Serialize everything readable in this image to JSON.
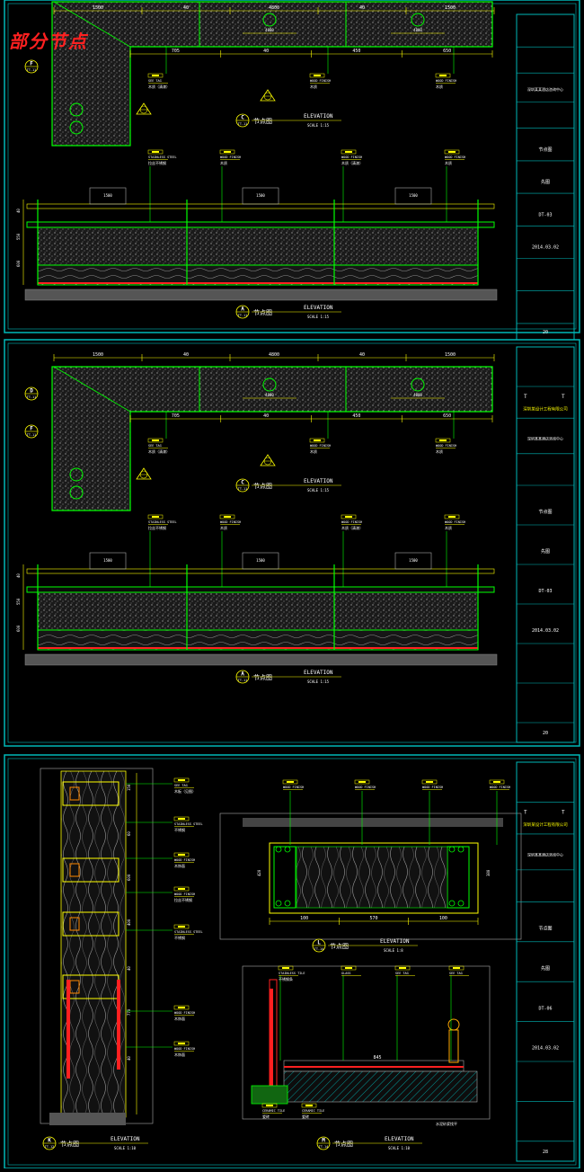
{
  "corner_label": "部分节点",
  "colors": {
    "frame": "#00b8b8",
    "dim": "#ffff00",
    "panel": "#00ff00",
    "leader": "#00ff00",
    "hatch": "#808080",
    "text": "#ffffff",
    "red": "#ff2020"
  },
  "sheets": [
    {
      "dims_top": [
        "1500",
        "40",
        "4800",
        "40",
        "1500"
      ],
      "dims_mid": [
        "705",
        "40",
        "450",
        "650"
      ],
      "bubble_small": "F",
      "elev_c": {
        "letter": "C",
        "code": "TT-11",
        "cn": "节点图",
        "title": "ELEVATION",
        "scale": "SCALE 1:15"
      },
      "elev_a": {
        "letter": "A",
        "code": "TT-11",
        "cn": "节点图",
        "title": "ELEVATION",
        "scale": "SCALE 1:15"
      },
      "tags_top": [
        "SEE TAG",
        "WOOD FINISH",
        "WOOD FINISH"
      ],
      "tags_top_cn": [
        "木质（清漆）",
        "木质",
        "木质"
      ],
      "tags_mid": [
        "STAINLESS STEEL",
        "WOOD FINISH",
        "WOOD FINISH",
        "WOOD FINISH"
      ],
      "tags_mid_cn": [
        "拉丝不锈钢",
        "木质",
        "木质（清漆）",
        "木质"
      ],
      "dims_side": [
        "40",
        "550",
        "600"
      ],
      "dims_a": [
        "1500",
        "1500",
        "1500"
      ],
      "title_block": {
        "company": "",
        "project": "深圳某某酒店咨询中心",
        "drawing": "节点图",
        "designer": "先图",
        "sheet_no": "DT-03",
        "date": "2014.03.02",
        "page": "20"
      }
    },
    {
      "dims_top": [
        "1500",
        "40",
        "4800",
        "40",
        "1500"
      ],
      "dims_mid": [
        "705",
        "40",
        "450",
        "650"
      ],
      "bubble_small": "F",
      "elev_c": {
        "letter": "C",
        "code": "TT-11",
        "cn": "节点图",
        "title": "ELEVATION",
        "scale": "SCALE 1:15"
      },
      "elev_a": {
        "letter": "A",
        "code": "TT-11",
        "cn": "节点图",
        "title": "ELEVATION",
        "scale": "SCALE 1:15"
      },
      "tags_top": [
        "SEE TAG",
        "WOOD FINISH",
        "WOOD FINISH"
      ],
      "tags_top_cn": [
        "木质（清漆）",
        "木质",
        "木质"
      ],
      "tags_mid": [
        "STAINLESS STEEL",
        "WOOD FINISH",
        "WOOD FINISH",
        "WOOD FINISH"
      ],
      "tags_mid_cn": [
        "拉丝不锈钢",
        "木质",
        "木质（清漆）",
        "木质"
      ],
      "dims_side": [
        "40",
        "550",
        "600"
      ],
      "dims_a": [
        "1500",
        "1500",
        "1500"
      ],
      "title_block": {
        "company": "深圳某设计工程有限公司",
        "project": "深圳某某酒店咨询中心",
        "drawing": "节点图",
        "designer": "先图",
        "sheet_no": "DT-03",
        "date": "2014.03.02",
        "page": "20"
      }
    },
    {
      "left_tags": [
        "SEE TAG",
        "STAINLESS STEEL",
        "WOOD FINISH",
        "WOOD FINISH",
        "STAINLESS STEEL",
        "WOOD FINISH",
        "WOOD FINISH"
      ],
      "left_tags_cn": [
        "木板（见图）",
        "不锈钢",
        "木饰面",
        "拉丝不锈钢",
        "不锈钢",
        "木饰面",
        "木饰面"
      ],
      "left_dims": [
        "150",
        "60",
        "600",
        "400",
        "40",
        "770",
        "40"
      ],
      "elev_k": {
        "letter": "K",
        "code": "TT-12",
        "cn": "节点图",
        "title": "ELEVATION",
        "scale": "SCALE 1:10"
      },
      "elev_l": {
        "letter": "L",
        "code": "TT-14",
        "cn": "节点图",
        "title": "ELEVATION",
        "scale": "SCALE 1:8"
      },
      "elev_m": {
        "letter": "M",
        "code": "TT-14",
        "cn": "节点图",
        "title": "ELEVATION",
        "scale": "SCALE 1:10"
      },
      "l_tags": [
        "WOOD FINISH",
        "WOOD FINISH",
        "WOOD FINISH",
        "WOOD FINISH"
      ],
      "l_dims_bottom": [
        "100",
        "570",
        "100"
      ],
      "l_dims_side": [
        "420",
        "380"
      ],
      "m_tags": [
        "STAINLESS TILE",
        "GLASS",
        "SEE TAG",
        "SEE TAG"
      ],
      "m_tags_cn": [
        "不锈钢条",
        "",
        "",
        ""
      ],
      "m_bottom_tags": [
        "CERAMIC TILE",
        "CERAMIC TILE"
      ],
      "m_bottom_cn": [
        "瓷砖",
        "瓷砖",
        "水泥砂浆找平"
      ],
      "m_dim": "845",
      "title_block": {
        "company": "深圳某设计工程有限公司",
        "project": "深圳某某酒店咨询中心",
        "drawing": "节点图",
        "designer": "先图",
        "sheet_no": "DT-06",
        "date": "2014.03.02",
        "page": "28"
      }
    }
  ]
}
